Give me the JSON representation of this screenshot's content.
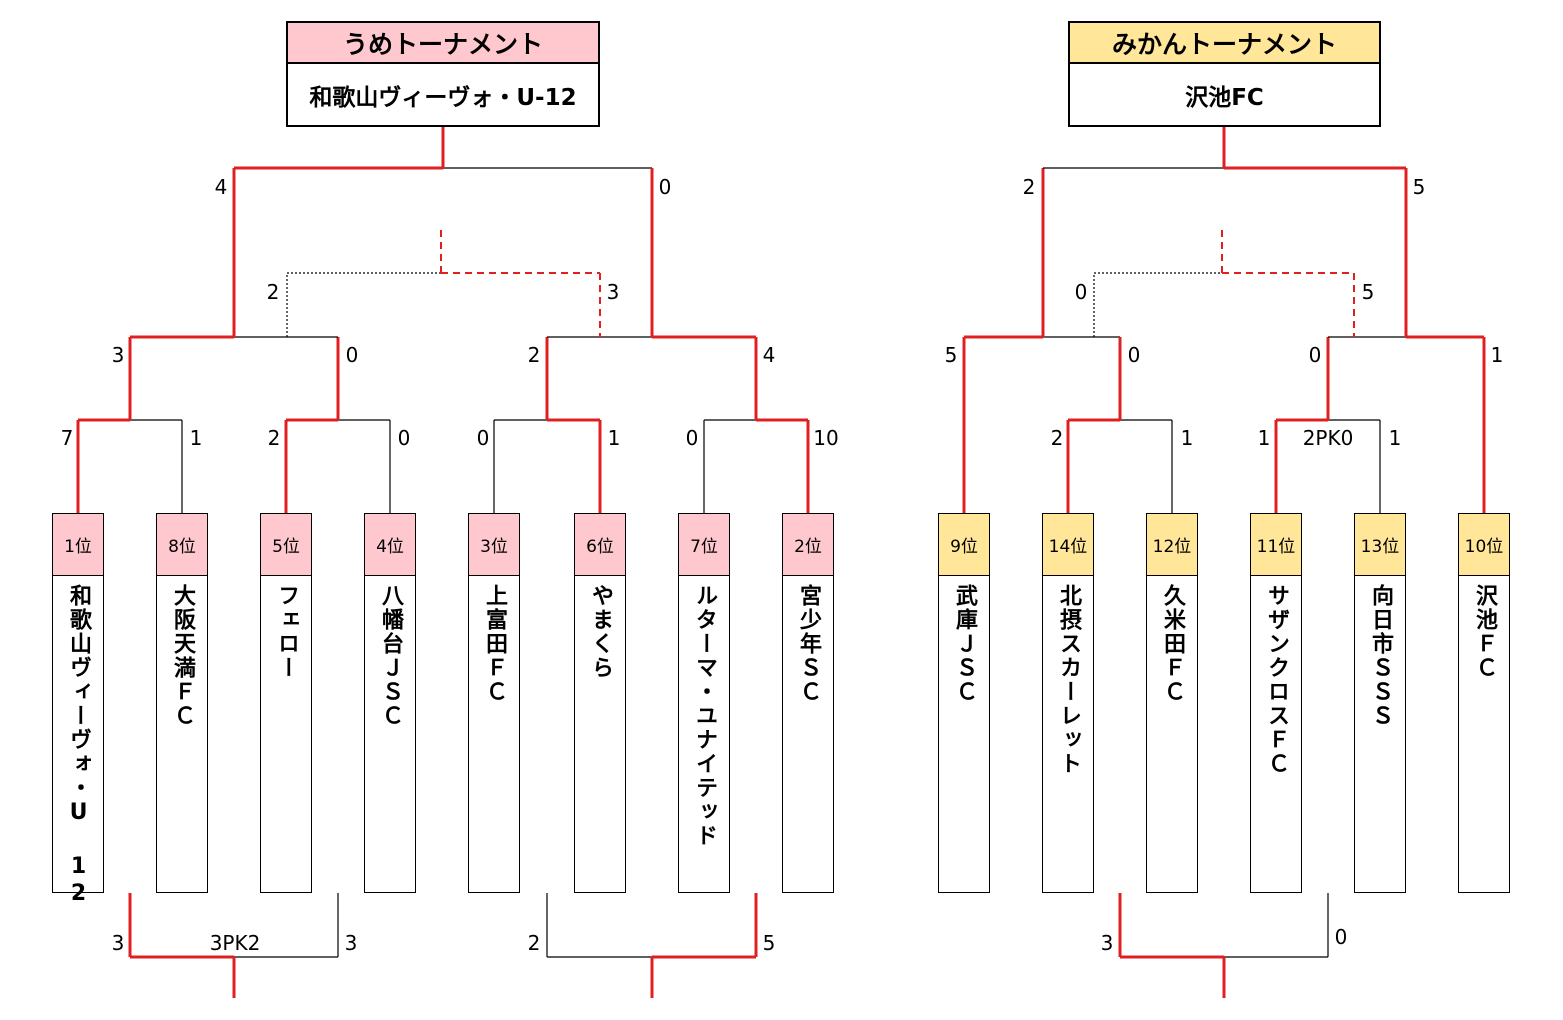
{
  "colors": {
    "winner_line": "#e02020",
    "loser_line": "#000000",
    "ume_fill": "#ffc7ce",
    "mikan_fill": "#ffe699"
  },
  "tournaments": [
    {
      "name": "うめトーナメント",
      "champion": "和歌山ヴィーヴォ・U-12",
      "teams": [
        {
          "rank": "1位",
          "name": "和歌山ヴィーヴォ・U 12"
        },
        {
          "rank": "8位",
          "name": "大阪天満ＦＣ"
        },
        {
          "rank": "5位",
          "name": "フェロー"
        },
        {
          "rank": "4位",
          "name": "八幡台ＪＳＣ"
        },
        {
          "rank": "3位",
          "name": "上富田ＦＣ"
        },
        {
          "rank": "6位",
          "name": "やまくら"
        },
        {
          "rank": "7位",
          "name": "ルターマ・ユナイテッド"
        },
        {
          "rank": "2位",
          "name": "宮少年ＳＣ"
        }
      ],
      "scores": {
        "r1": [
          "7",
          "1",
          "2",
          "0",
          "0",
          "1",
          "0",
          "10"
        ],
        "r2": [
          "3",
          "0",
          "2",
          "4"
        ],
        "semi": [
          "2",
          "3"
        ],
        "final": [
          "4",
          "0"
        ],
        "lower": [
          "3",
          "3",
          "2",
          "5"
        ],
        "lower_pk": "3PK2"
      }
    },
    {
      "name": "みかんトーナメント",
      "champion": "沢池FC",
      "teams": [
        {
          "rank": "9位",
          "name": "武庫ＪＳＣ"
        },
        {
          "rank": "14位",
          "name": "北摂スカーレット"
        },
        {
          "rank": "12位",
          "name": "久米田ＦＣ"
        },
        {
          "rank": "11位",
          "name": "サザンクロスＦＣ"
        },
        {
          "rank": "13位",
          "name": "向日市ＳＳＳ"
        },
        {
          "rank": "10位",
          "name": "沢池ＦＣ"
        }
      ],
      "scores": {
        "r1": [
          "2",
          "1",
          "1",
          "1"
        ],
        "r1_pk": "2PK0",
        "r2": [
          "5",
          "0",
          "0",
          "1"
        ],
        "semi": [
          "0",
          "5"
        ],
        "final": [
          "2",
          "5"
        ],
        "lower": [
          "3",
          "0"
        ]
      }
    }
  ]
}
